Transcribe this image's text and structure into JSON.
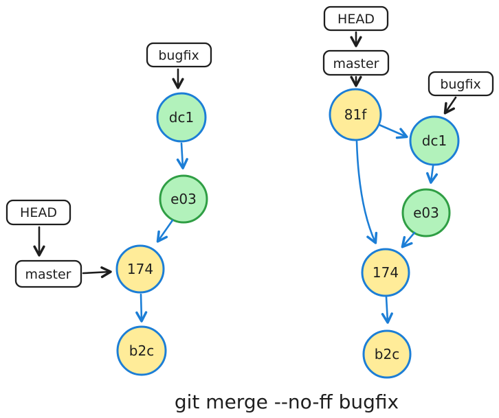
{
  "colors": {
    "ink": "#1e1e1e",
    "blue": "#1c7ed6",
    "green_stroke": "#2f9e44",
    "green_fill": "#b2f2bb",
    "yellow_fill": "#ffec99",
    "box_fill": "#ffffff",
    "background": "#ffffff"
  },
  "caption": "git merge --no-ff bugfix",
  "left": {
    "bugfix_label": "bugfix",
    "head_label": "HEAD",
    "master_label": "master",
    "node_dc1": "dc1",
    "node_e03": "e03",
    "node_174": "174",
    "node_b2c": "b2c"
  },
  "right": {
    "head_label": "HEAD",
    "master_label": "master",
    "bugfix_label": "bugfix",
    "node_81f": "81f",
    "node_dc1": "dc1",
    "node_e03": "e03",
    "node_174": "174",
    "node_b2c": "b2c"
  }
}
